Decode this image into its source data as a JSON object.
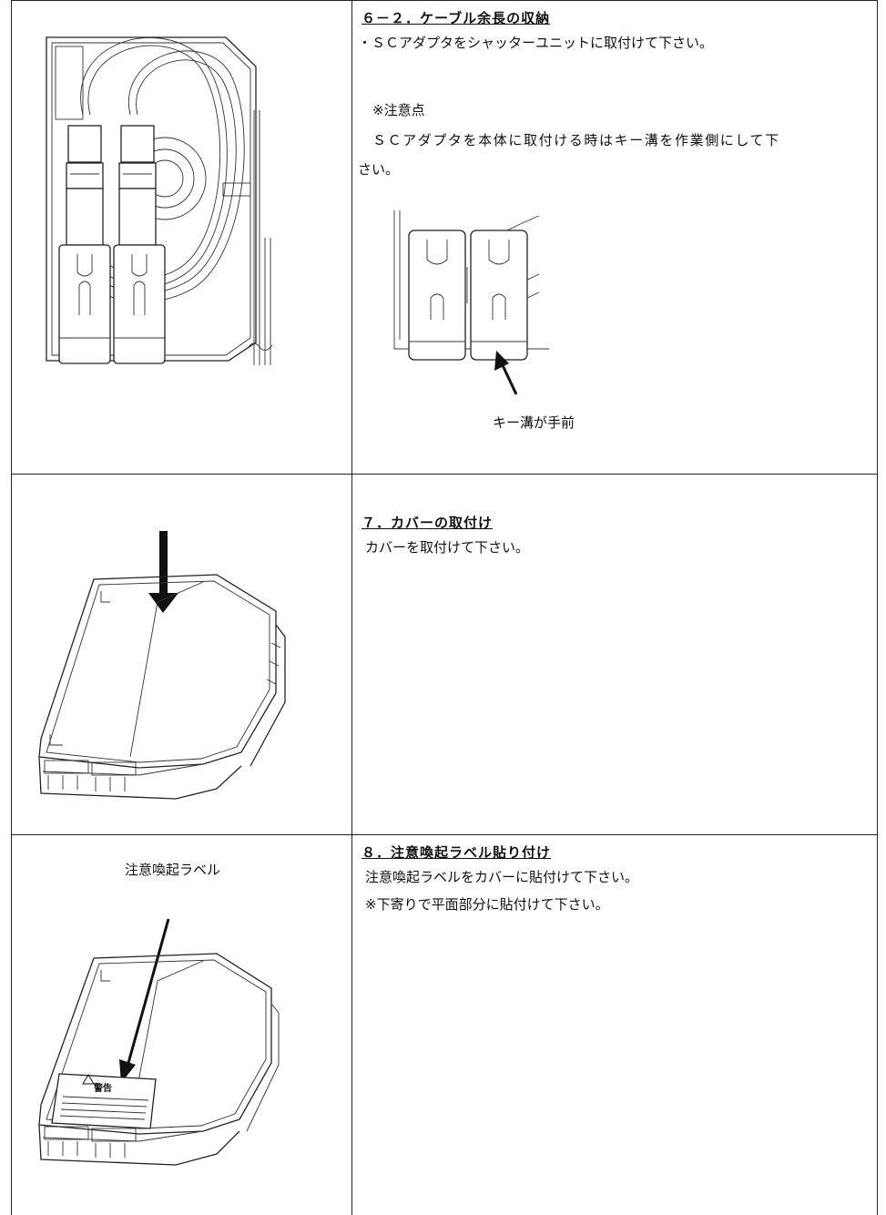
{
  "section_6_2": {
    "heading": "６－２．ケーブル余長の収納",
    "line1": "・ＳＣアダプタをシャッターユニットに取付けて下さい。",
    "note_title": "※注意点",
    "note_line1": "ＳＣアダプタを本体に取付ける時はキー溝を作業側にして下",
    "note_line2": "さい。",
    "callout": "キー溝が手前"
  },
  "section_7": {
    "heading": "７．カバーの取付け",
    "line1": "カバーを取付けて下さい。"
  },
  "section_8": {
    "heading": "８．注意喚起ラベル貼り付け",
    "line1": "注意喚起ラベルをカバーに貼付けて下さい。",
    "line2": "※下寄りで平面部分に貼付けて下さい。",
    "label_callout": "注意喚起ラベル",
    "label_title": "警告"
  }
}
